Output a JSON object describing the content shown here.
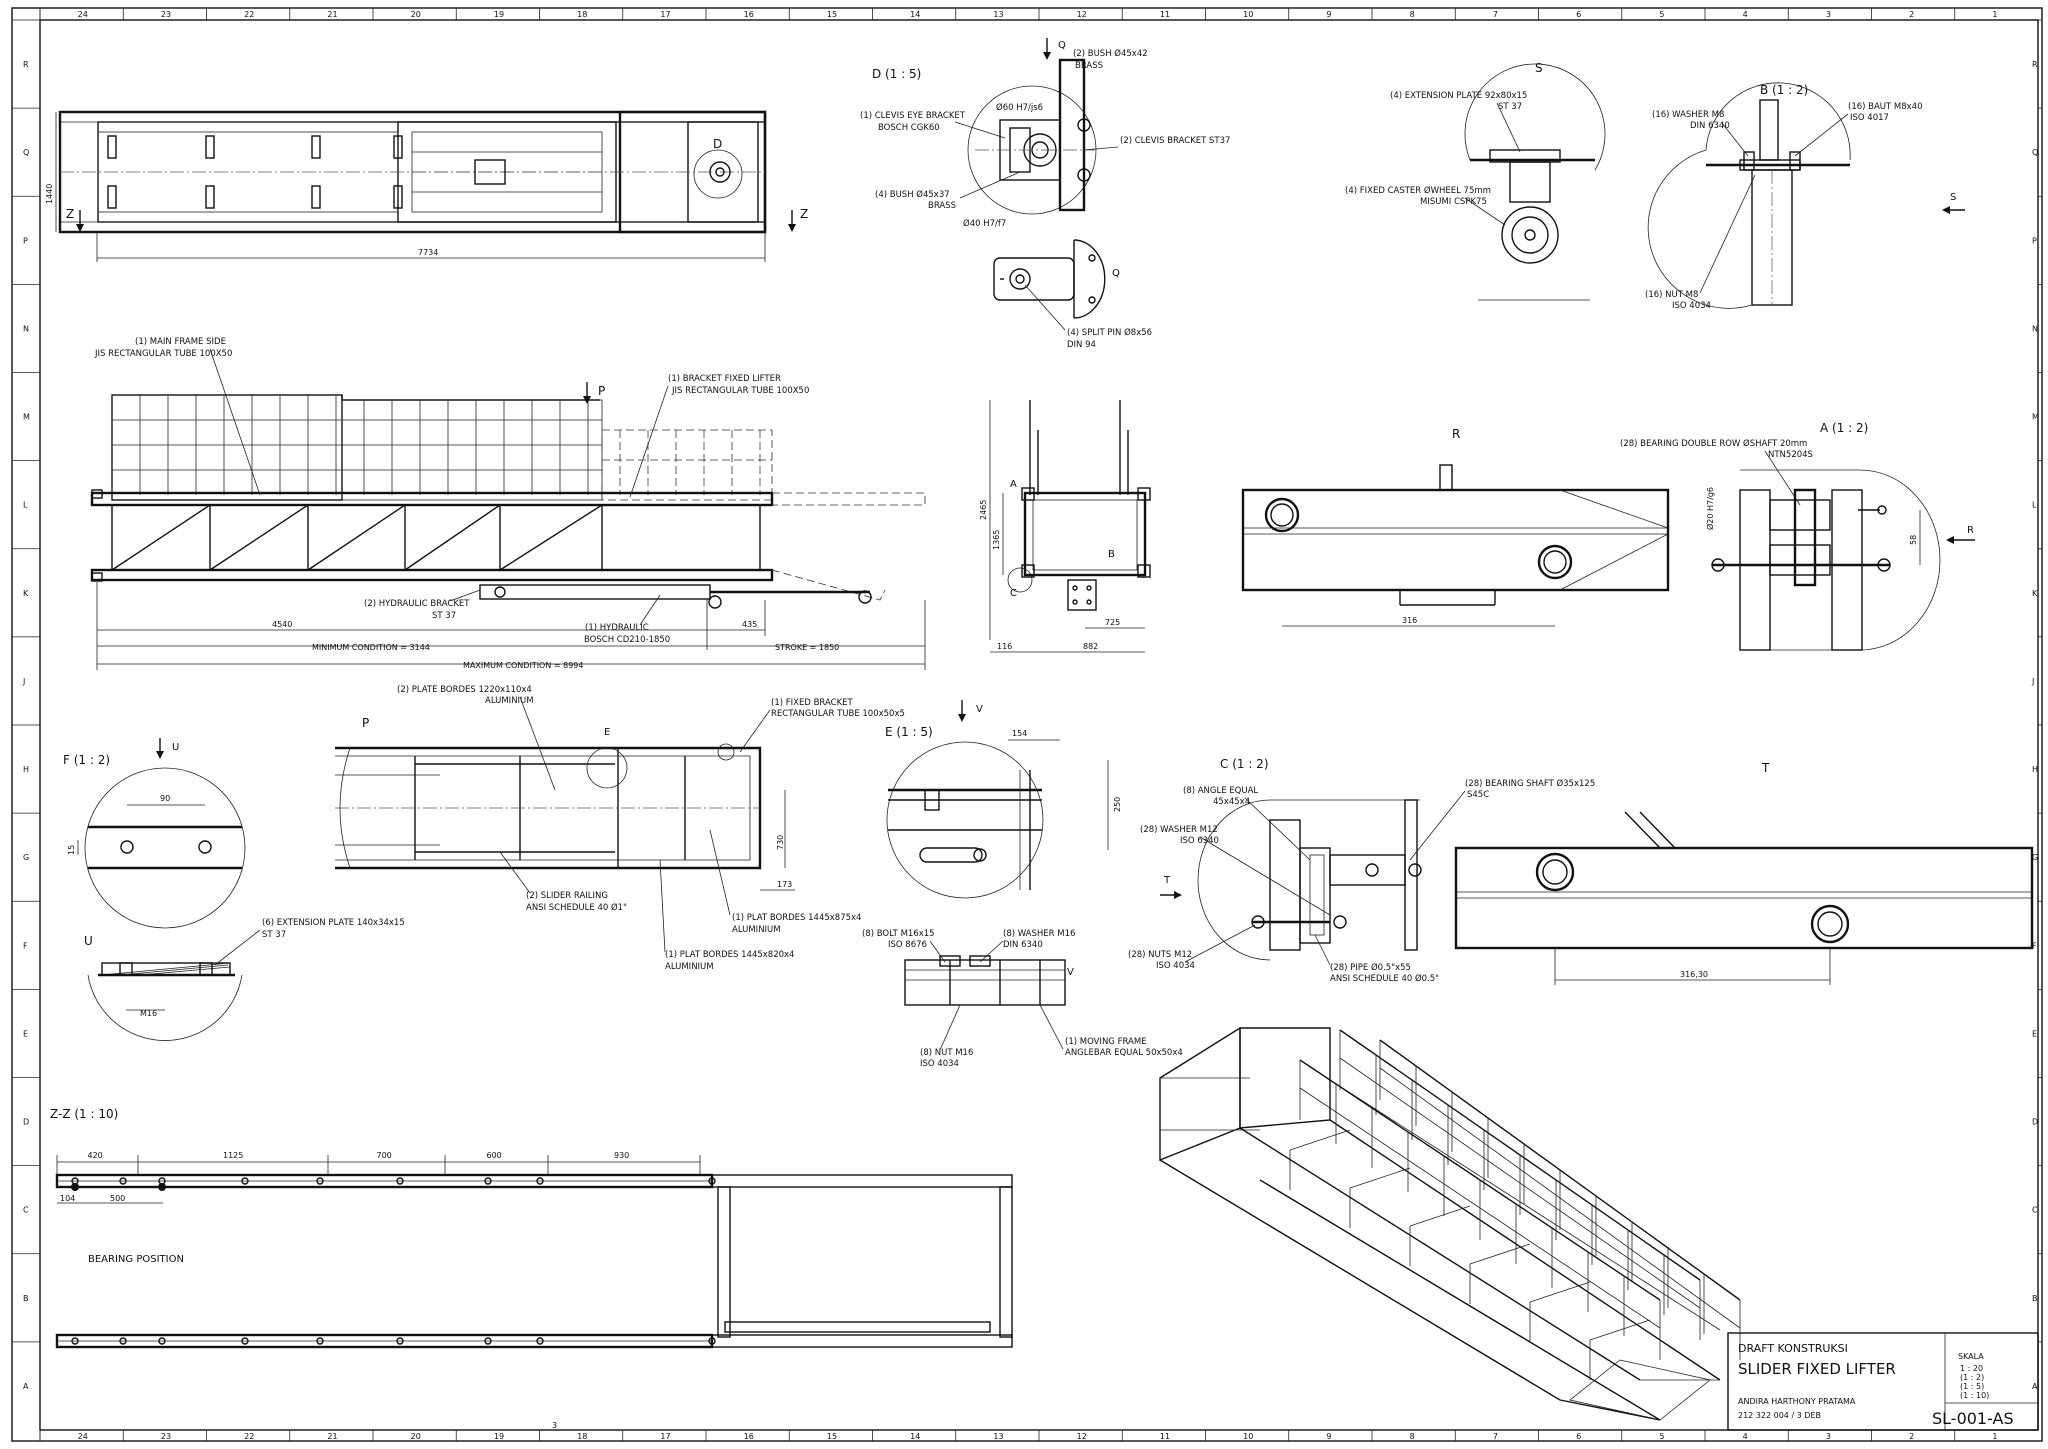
{
  "border": {
    "columns": [
      "24",
      "23",
      "22",
      "21",
      "20",
      "19",
      "18",
      "17",
      "16",
      "15",
      "14",
      "13",
      "12",
      "11",
      "10",
      "9",
      "8",
      "7",
      "6",
      "5",
      "4",
      "3",
      "2",
      "1"
    ],
    "rows": [
      "R",
      "Q",
      "P",
      "N",
      "M",
      "L",
      "K",
      "J",
      "H",
      "G",
      "F",
      "E",
      "D",
      "C",
      "B",
      "A"
    ],
    "center_mark": "3"
  },
  "views": {
    "top": {
      "dim_width": "7734",
      "dim_height": "1440",
      "section": "Z",
      "detail": "D"
    },
    "side": {
      "view_p": "P",
      "main_frame_side": [
        "(1) MAIN FRAME SIDE",
        "JIS RECTANGULAR TUBE 100X50"
      ],
      "bracket_fixed_lifter": [
        "(1) BRACKET FIXED LIFTER",
        "JIS RECTANGULAR TUBE 100X50"
      ],
      "hydraulic_bracket": [
        "(2) HYDRAULIC BRACKET",
        "ST 37"
      ],
      "hydraulic": [
        "(1) HYDRAULIC",
        "BOSCH CD210-1850"
      ],
      "dims": {
        "d4540": "4540",
        "d435": "435",
        "min": "MINIMUM CONDITION = 3144",
        "stroke": "STROKE = 1850",
        "max": "MAXIMUM CONDITION = 8994"
      }
    },
    "end": {
      "label_a": "A",
      "label_b": "B",
      "label_c": "C",
      "h2465": "2465",
      "h1365": "1365",
      "w725": "725",
      "w116": "116",
      "w882": "882"
    },
    "detail_d": {
      "title": "D (1 : 5)",
      "view_q": "Q",
      "bush2": [
        "(2) BUSH  Ø45x42",
        "BRASS"
      ],
      "clevis_eye": [
        "(1) CLEVIS EYE BRACKET",
        "BOSCH CGK60"
      ],
      "fit60": "Ø60 H7/js6",
      "clevis_bracket": "(2) CLEVIS BRACKET   ST37",
      "bush4": [
        "(4) BUSH     Ø45x37",
        "BRASS"
      ],
      "fit40": "Ø40 H7/f7",
      "split_pin": [
        "(4) SPLIT PIN     Ø8x56",
        "DIN 94"
      ]
    },
    "detail_s": {
      "title": "S",
      "ext_plate": [
        "(4) EXTENSION PLATE     92x80x15",
        "ST 37"
      ],
      "caster": [
        "(4) FIXED CASTER      ØWHEEL 75mm",
        "MISUMI CSPK75"
      ]
    },
    "detail_b": {
      "title": "B (1 : 2)",
      "washer": [
        "(16) WASHER    M8",
        "DIN 6340"
      ],
      "baut": [
        "(16) BAUT    M8x40",
        "ISO 4017"
      ],
      "nut": [
        "(16) NUT     M8",
        "ISO 4034"
      ],
      "s_arrow": "S"
    },
    "detail_r": {
      "title": "R",
      "dim316": "316"
    },
    "detail_a": {
      "title": "A (1 : 2)",
      "bearing": [
        "(28) BEARING DOUBLE ROW      ØSHAFT 20mm",
        "NTN5204S"
      ],
      "fit20": "Ø20 H7/g6",
      "d58": "58",
      "r_arrow": "R"
    },
    "plan_p": {
      "title": "P",
      "label_e": "E",
      "plate_bordes": [
        "(2) PLATE BORDES     1220x110x4",
        "ALUMINIUM"
      ],
      "fixed_bracket": [
        "(1) FIXED BRACKET",
        "RECTANGULAR TUBE 100x50x5"
      ],
      "slider_railing": [
        "(2) SLIDER RAILING",
        "ANSI SCHEDULE 40  Ø1\""
      ],
      "plat1445": [
        "(1) PLAT BORDES    1445x875x4",
        "ALUMINIUM"
      ],
      "plat820": [
        "(1) PLAT BORDES     1445x820x4",
        "ALUMINIUM"
      ],
      "d730": "730",
      "d173": "173"
    },
    "detail_f": {
      "title": "F (1 : 2)",
      "view_u": "U",
      "d90": "90",
      "d15": "15"
    },
    "detail_u": {
      "title": "U",
      "ext_plate": [
        "(6) EXTENSION PLATE   140x34x15",
        "ST 37"
      ],
      "m16": "M16"
    },
    "detail_e": {
      "title": "E (1 : 5)",
      "view_v": "V",
      "d154": "154",
      "d250": "250",
      "bolt": [
        "(8) BOLT   M16x15",
        "ISO 8676"
      ],
      "washer": [
        "(8) WASHER  M16",
        "DIN 6340"
      ],
      "v_label": "V",
      "nut": [
        "(8) NUT  M16",
        "ISO 4034"
      ],
      "moving_frame": [
        "(1) MOVING FRAME",
        "ANGLEBAR EQUAL 50x50x4"
      ]
    },
    "detail_c": {
      "title": "C (1 : 2)",
      "angle": [
        "(8) ANGLE EQUAL",
        "45x45x4"
      ],
      "washer": [
        "(28) WASHER    M12",
        "ISO 6340"
      ],
      "t_arrow": "T",
      "nuts": [
        "(28) NUTS    M12",
        "ISO   4034"
      ],
      "pipe": [
        "(28) PIPE     Ø0.5\"x55",
        "ANSI SCHEDULE 40  Ø0.5\""
      ],
      "bearing_shaft": [
        "(28) BEARING SHAFT      Ø35x125",
        "S45C"
      ]
    },
    "detail_t": {
      "title": "T",
      "d316_30": "316,30"
    },
    "zz": {
      "title": "Z-Z (1 : 10)",
      "dims_top": [
        "420",
        "1125",
        "700",
        "600",
        "930"
      ],
      "d104": "104",
      "d500": "500",
      "bearing_position": "BEARING POSITION"
    }
  },
  "title_block": {
    "draft": "DRAFT KONSTRUKSI",
    "title": "SLIDER FIXED LIFTER",
    "author": "ANDIRA HARTHONY PRATAMA",
    "id": "212 322 004 / 3 DEB",
    "skala_label": "SKALA",
    "scales": [
      "1 : 20",
      "(1 : 2)",
      "(1 : 5)",
      "(1 : 10)"
    ],
    "drawing_no": "SL-001-AS"
  }
}
